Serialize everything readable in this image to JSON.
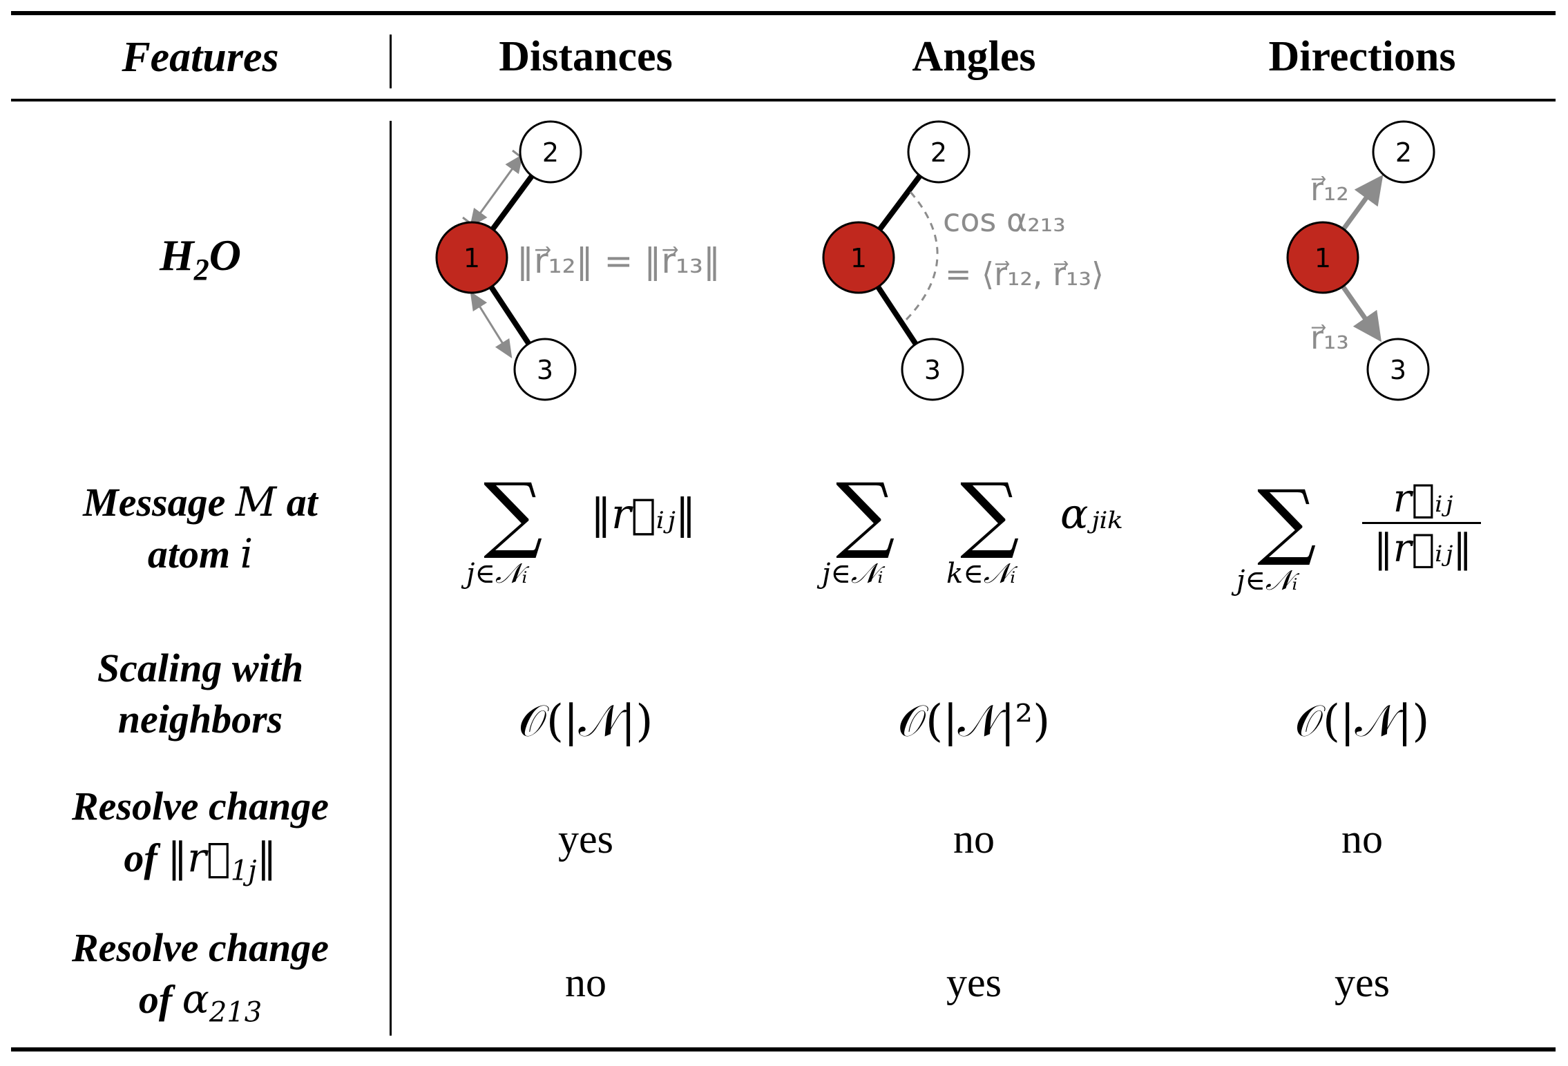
{
  "header": {
    "features": "Features",
    "distances": "Distances",
    "angles": "Angles",
    "directions": "Directions"
  },
  "rows": {
    "h2o": {
      "prefix": "H",
      "sub": "2",
      "suffix": "O"
    },
    "message": {
      "line1_a": "Message ",
      "line1_m": "M",
      "line1_b": " at",
      "line2_a": "atom ",
      "line2_i": "i"
    },
    "scaling": {
      "line1": "Scaling with",
      "line2": "neighbors"
    },
    "resolve_dist": {
      "line1": "Resolve change",
      "line2_a": "of ",
      "line2_norm": "‖r⃗",
      "line2_sub": "1j",
      "line2_end": "‖"
    },
    "resolve_angle": {
      "line1": "Resolve change",
      "line2_a": "of ",
      "line2_alpha": "α",
      "line2_sub": "213"
    }
  },
  "molecule": {
    "atoms": [
      "1",
      "2",
      "3"
    ],
    "dist_label": "‖r⃗₁₂‖ = ‖r⃗₁₃‖",
    "angle_label1": "cos α₂₁₃",
    "angle_label2": "= ⟨r⃗₁₂, r⃗₁₃⟩",
    "dir_label12": "r⃗₁₂",
    "dir_label13": "r⃗₁₃",
    "colors": {
      "center_atom": "#c0281e",
      "annotation": "#8c8c8c"
    }
  },
  "messages": {
    "distances": {
      "sum": "∑",
      "sub": "j∈𝒩ᵢ",
      "term": "‖r⃗ᵢⱼ‖"
    },
    "angles": {
      "sum1": "∑",
      "sub1": "j∈𝒩ᵢ",
      "sum2": "∑",
      "sub2": "k∈𝒩ᵢ",
      "term": "αⱼᵢₖ"
    },
    "directions": {
      "sum": "∑",
      "sub": "j∈𝒩ᵢ",
      "num": "r⃗ᵢⱼ",
      "den": "‖r⃗ᵢⱼ‖"
    }
  },
  "scaling": {
    "distances": "𝒪(|𝒩|)",
    "angles": "𝒪(|𝒩|²)",
    "directions": "𝒪(|𝒩|)"
  },
  "resolve_dist": {
    "distances": "yes",
    "angles": "no",
    "directions": "no"
  },
  "resolve_angle": {
    "distances": "no",
    "angles": "yes",
    "directions": "yes"
  }
}
